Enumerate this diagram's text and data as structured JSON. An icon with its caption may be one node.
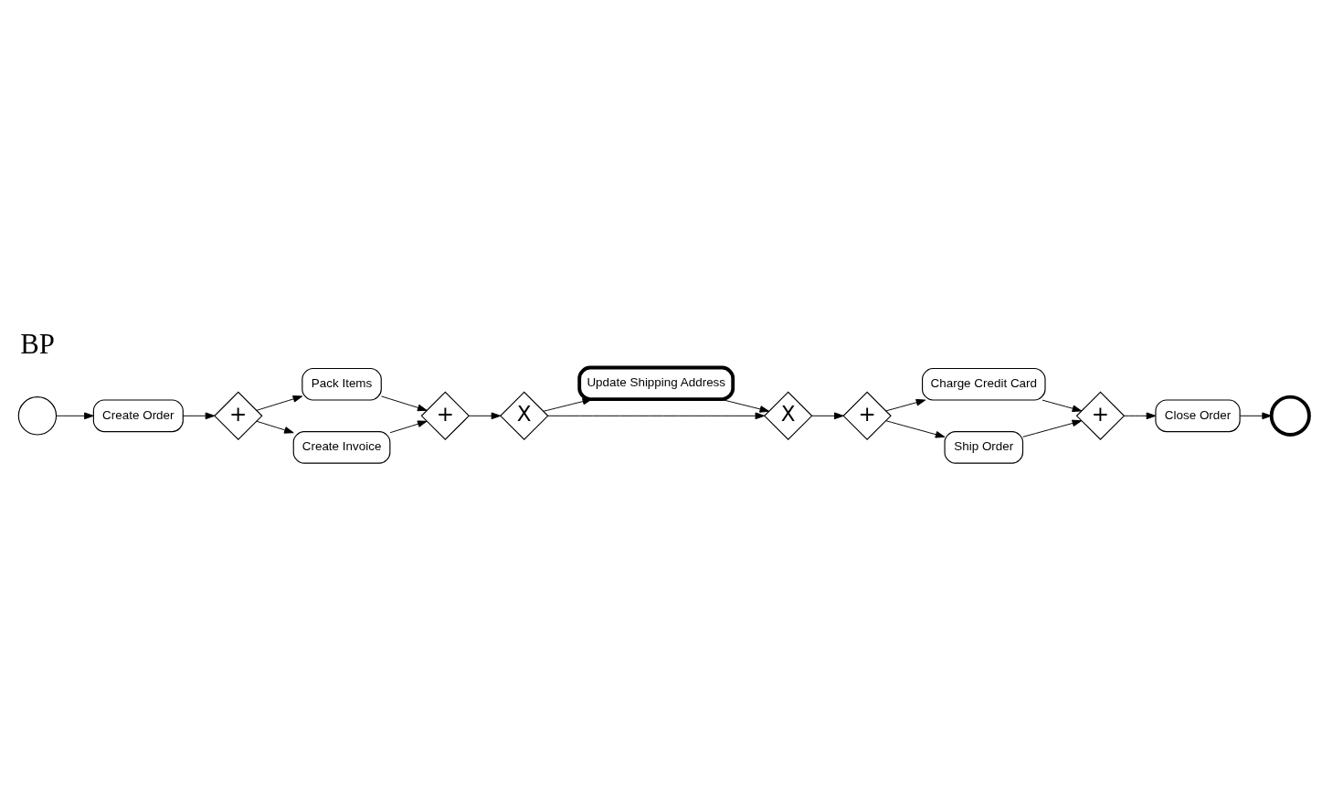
{
  "diagram": {
    "nodes": [
      {
        "text": [],
        "shape": "circle"
      },
      {
        "text": [
          "Create Order"
        ]
      },
      {
        "text": [
          "+"
        ]
      },
      {
        "text": [
          "Pack Items"
        ]
      },
      {
        "text": [
          "Create Invoice"
        ]
      },
      {
        "text": [
          "+"
        ]
      },
      {
        "text": [
          "X"
        ]
      },
      {
        "text": [
          "Update Shipping Address"
        ]
      },
      {
        "text": [
          "X"
        ]
      },
      {
        "text": [
          "+"
        ]
      },
      {
        "text": [
          "Charge Credit Card"
        ]
      },
      {
        "text": [
          "Ship Order"
        ]
      },
      {
        "text": [
          "+"
        ]
      },
      {
        "text": [
          "Close Order"
        ]
      },
      {
        "text": [],
        "shape": "circle"
      }
    ],
    "edges": [
      {
        "from": 0,
        "to": 1,
        "arrow": "to"
      },
      {
        "from": 1,
        "to": 2,
        "arrow": "to"
      },
      {
        "from": 2,
        "to": 3,
        "arrow": "to"
      },
      {
        "from": 2,
        "to": 4,
        "arrow": "to"
      },
      {
        "from": 3,
        "to": 5,
        "arrow": "to"
      },
      {
        "from": 4,
        "to": 5,
        "arrow": "to"
      },
      {
        "from": 5,
        "to": 6,
        "arrow": "to"
      },
      {
        "from": 6,
        "to": 7,
        "arrow": "to"
      },
      {
        "from": 6,
        "to": 8,
        "arrow": "to"
      },
      {
        "from": 7,
        "to": 8,
        "arrow": "to"
      },
      {
        "from": 8,
        "to": 9,
        "arrow": "to"
      },
      {
        "from": 9,
        "to": 10,
        "arrow": "to"
      },
      {
        "from": 9,
        "to": 11,
        "arrow": "to"
      },
      {
        "from": 10,
        "to": 12,
        "arrow": "to"
      },
      {
        "from": 11,
        "to": 12,
        "arrow": "to"
      },
      {
        "from": 12,
        "to": 13,
        "arrow": "to"
      },
      {
        "from": 13,
        "to": 14,
        "arrow": "to"
      }
    ],
    "labels": [
      "BP"
    ]
  }
}
